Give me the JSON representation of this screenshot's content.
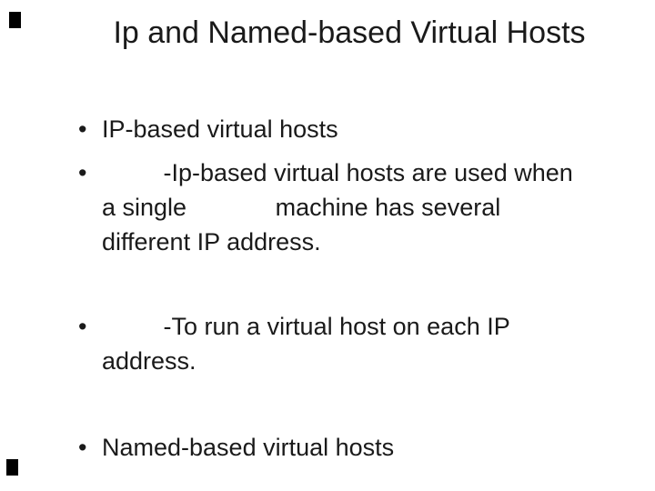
{
  "slide": {
    "title": "Ip and Named-based Virtual Hosts",
    "bullets": [
      {
        "marker": "•",
        "lines": [
          "IP-based virtual hosts"
        ]
      },
      {
        "marker": "•",
        "lines": [
          "         -Ip-based virtual hosts are used when",
          "a single             machine has several",
          "different IP address."
        ]
      },
      {
        "marker": "•",
        "lines": [
          "         -To run a virtual host on each IP",
          "address."
        ]
      },
      {
        "marker": "•",
        "lines": [
          "Named-based virtual hosts"
        ]
      }
    ],
    "colors": {
      "background": "#ffffff",
      "text": "#1a1a1a",
      "corner_mark": "#000000"
    }
  }
}
